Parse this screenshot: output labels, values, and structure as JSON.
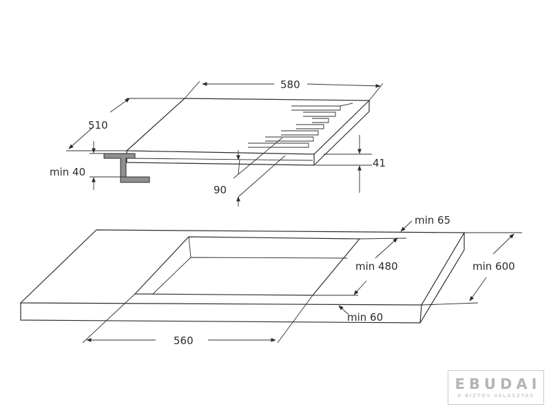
{
  "dimensions": {
    "width_580": "580",
    "depth_510": "510",
    "min_40": "min 40",
    "height_41": "41",
    "depth_90": "90",
    "min_65": "min 65",
    "min_480": "min 480",
    "min_600": "min 600",
    "min_60": "min 60",
    "cutout_560": "560"
  },
  "watermark": {
    "brand": "EBUDAI",
    "tagline": "A BIZTOS VÁLASZTÁS"
  },
  "colors": {
    "line": "#2b2b2b",
    "watermark": "#b5b5b5"
  }
}
